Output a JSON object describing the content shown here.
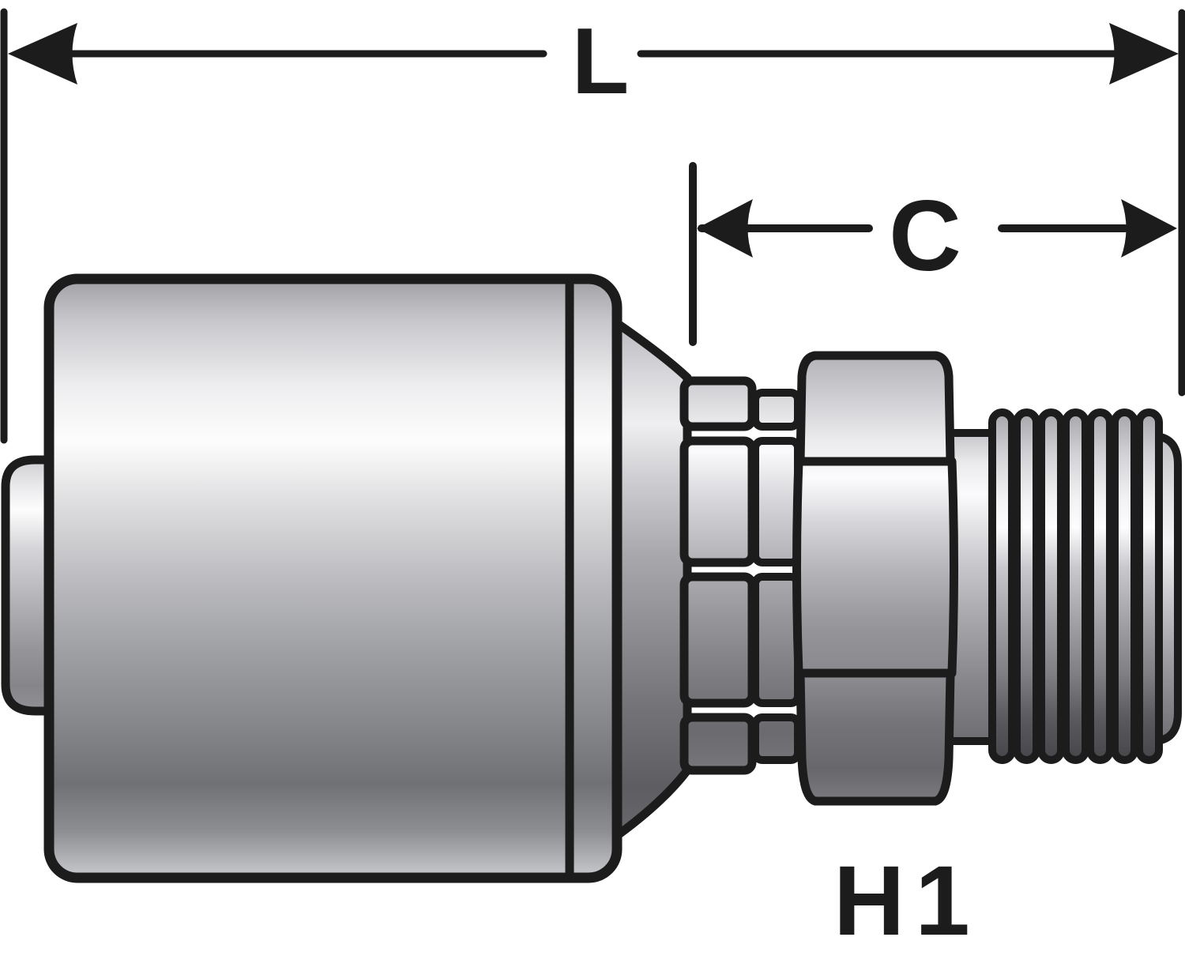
{
  "figure": {
    "type": "hydraulic-fitting-dimension-diagram",
    "labels": {
      "length_label": "L",
      "cutoff_label": "C",
      "hex_label": "H1"
    },
    "colors": {
      "background": "#ffffff",
      "outline": "#1c1c1c",
      "label": "#1c1c1c",
      "metal_highlight": "#fdfdfd",
      "metal_midtone": "#b2b2b6",
      "metal_shadow": "#6e6e72"
    }
  }
}
